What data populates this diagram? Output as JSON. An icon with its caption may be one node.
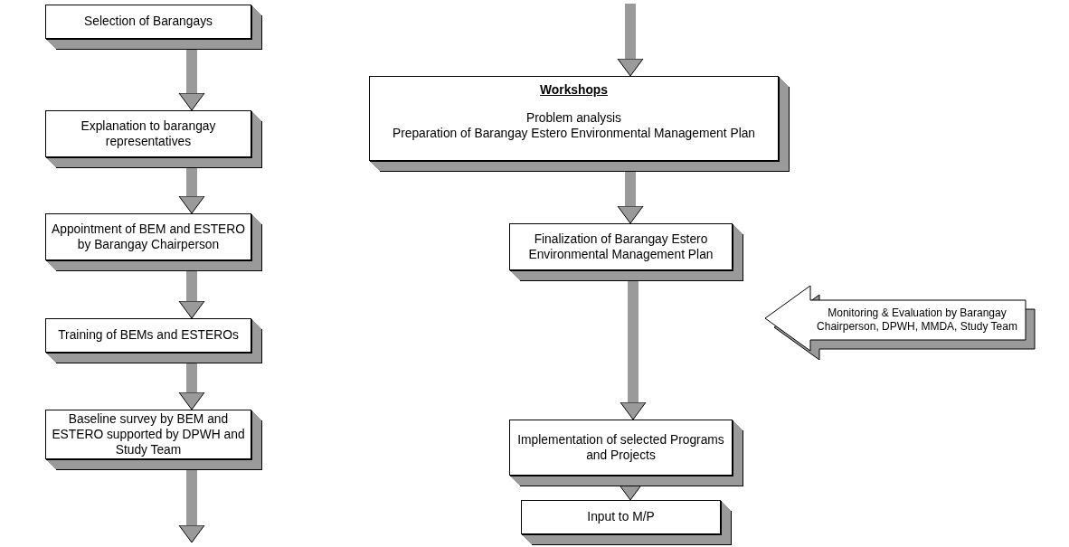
{
  "diagram": {
    "nodes": [
      {
        "text": [
          "Selection of Barangays"
        ]
      },
      {
        "text": [
          "Explanation to barangay representatives"
        ]
      },
      {
        "text": [
          "Appointment of BEM and ESTERO by Barangay Chairperson"
        ]
      },
      {
        "text": [
          "Training of BEMs and ESTEROs"
        ]
      },
      {
        "text": [
          "Baseline survey by BEM and ESTERO supported by DPWH and Study Team"
        ]
      },
      {
        "text": [
          "Workshops",
          "Problem analysis",
          "Preparation of Barangay Estero Environmental Management Plan"
        ]
      },
      {
        "text": [
          "Finalization of Barangay Estero Environmental Management Plan"
        ]
      },
      {
        "text": [
          "Monitoring & Evaluation by Barangay Chairperson, DPWH, MMDA, Study Team"
        ]
      },
      {
        "text": [
          "Implementation of selected Programs and Projects"
        ]
      },
      {
        "text": [
          "Input to M/P"
        ]
      }
    ],
    "edges": [
      {
        "from": 0,
        "to": 1,
        "arrow": "to"
      },
      {
        "from": 1,
        "to": 2,
        "arrow": "to"
      },
      {
        "from": 2,
        "to": 3,
        "arrow": "to"
      },
      {
        "from": 3,
        "to": 4,
        "arrow": "to"
      },
      {
        "from": 4,
        "to": null,
        "arrow": "to"
      },
      {
        "from": null,
        "to": 5,
        "arrow": "to"
      },
      {
        "from": 5,
        "to": 6,
        "arrow": "to"
      },
      {
        "from": 6,
        "to": 8,
        "arrow": "to"
      },
      {
        "from": 8,
        "to": 9,
        "arrow": "to"
      }
    ]
  }
}
